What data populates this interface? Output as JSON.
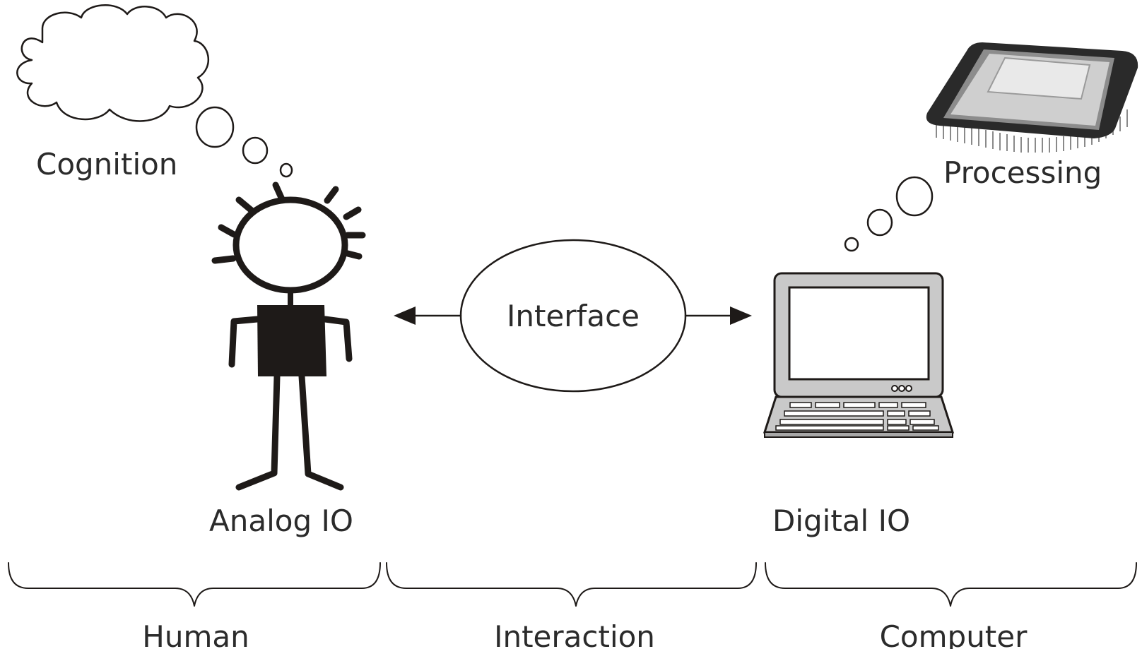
{
  "labels": {
    "cognition": "Cognition",
    "processing": "Processing",
    "interface": "Interface",
    "analog_io": "Analog IO",
    "digital_io": "Digital IO"
  },
  "sections": {
    "human": "Human",
    "interaction": "Interaction",
    "computer": "Computer"
  },
  "icons": {
    "thought_cloud": "thought-cloud-icon",
    "stick_figure": "stick-figure-icon",
    "laptop": "laptop-icon",
    "cpu_chip": "cpu-chip-icon"
  },
  "colors": {
    "ink": "#1e1a18",
    "text": "#2b2b2b",
    "laptop_body": "#c9c9c9",
    "chip_body": "#2a2a2a"
  }
}
